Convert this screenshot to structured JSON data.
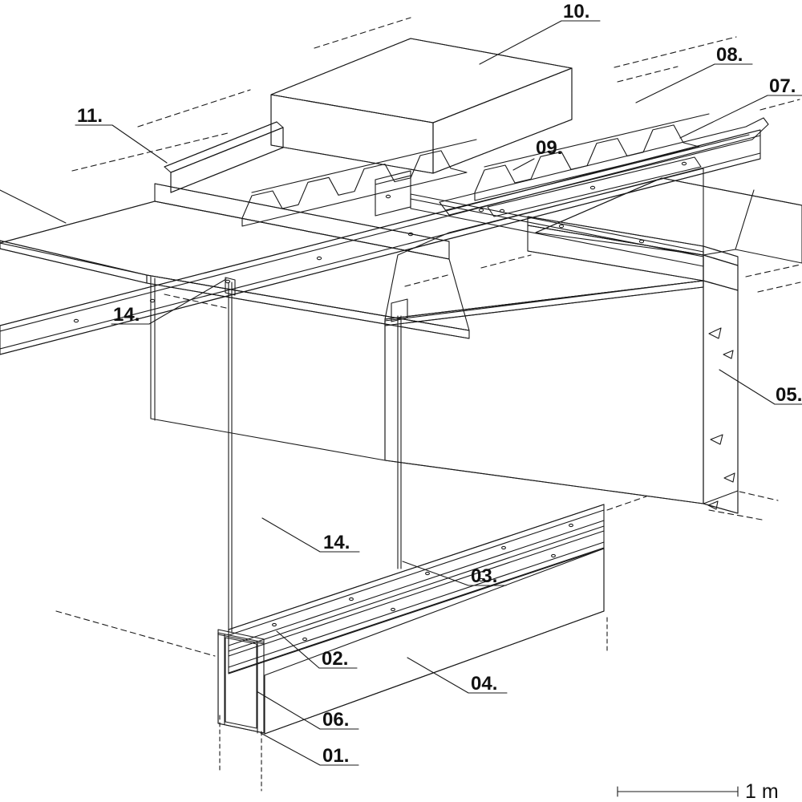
{
  "figure": {
    "type": "axonometric construction detail drawing",
    "background": "#ffffff"
  },
  "callouts": [
    {
      "id": "10",
      "text": "10."
    },
    {
      "id": "08",
      "text": "08."
    },
    {
      "id": "07",
      "text": "07."
    },
    {
      "id": "09",
      "text": "09."
    },
    {
      "id": "11",
      "text": "11."
    },
    {
      "id": "05",
      "text": "05."
    },
    {
      "id": "14a",
      "text": "14."
    },
    {
      "id": "14b",
      "text": "14."
    },
    {
      "id": "03",
      "text": "03."
    },
    {
      "id": "02",
      "text": "02."
    },
    {
      "id": "04",
      "text": "04."
    },
    {
      "id": "06",
      "text": "06."
    },
    {
      "id": "01",
      "text": "01."
    }
  ],
  "scale_bar": {
    "label": "1 m"
  },
  "colors": {
    "line": "#1a1a1a",
    "leader": "#666666",
    "construction_dash": "#808080",
    "gasket_stripe": "#b3b3b3",
    "hatch": "#4a4a4a",
    "grating_mesh": "#3d3d3d",
    "background": "#ffffff"
  }
}
